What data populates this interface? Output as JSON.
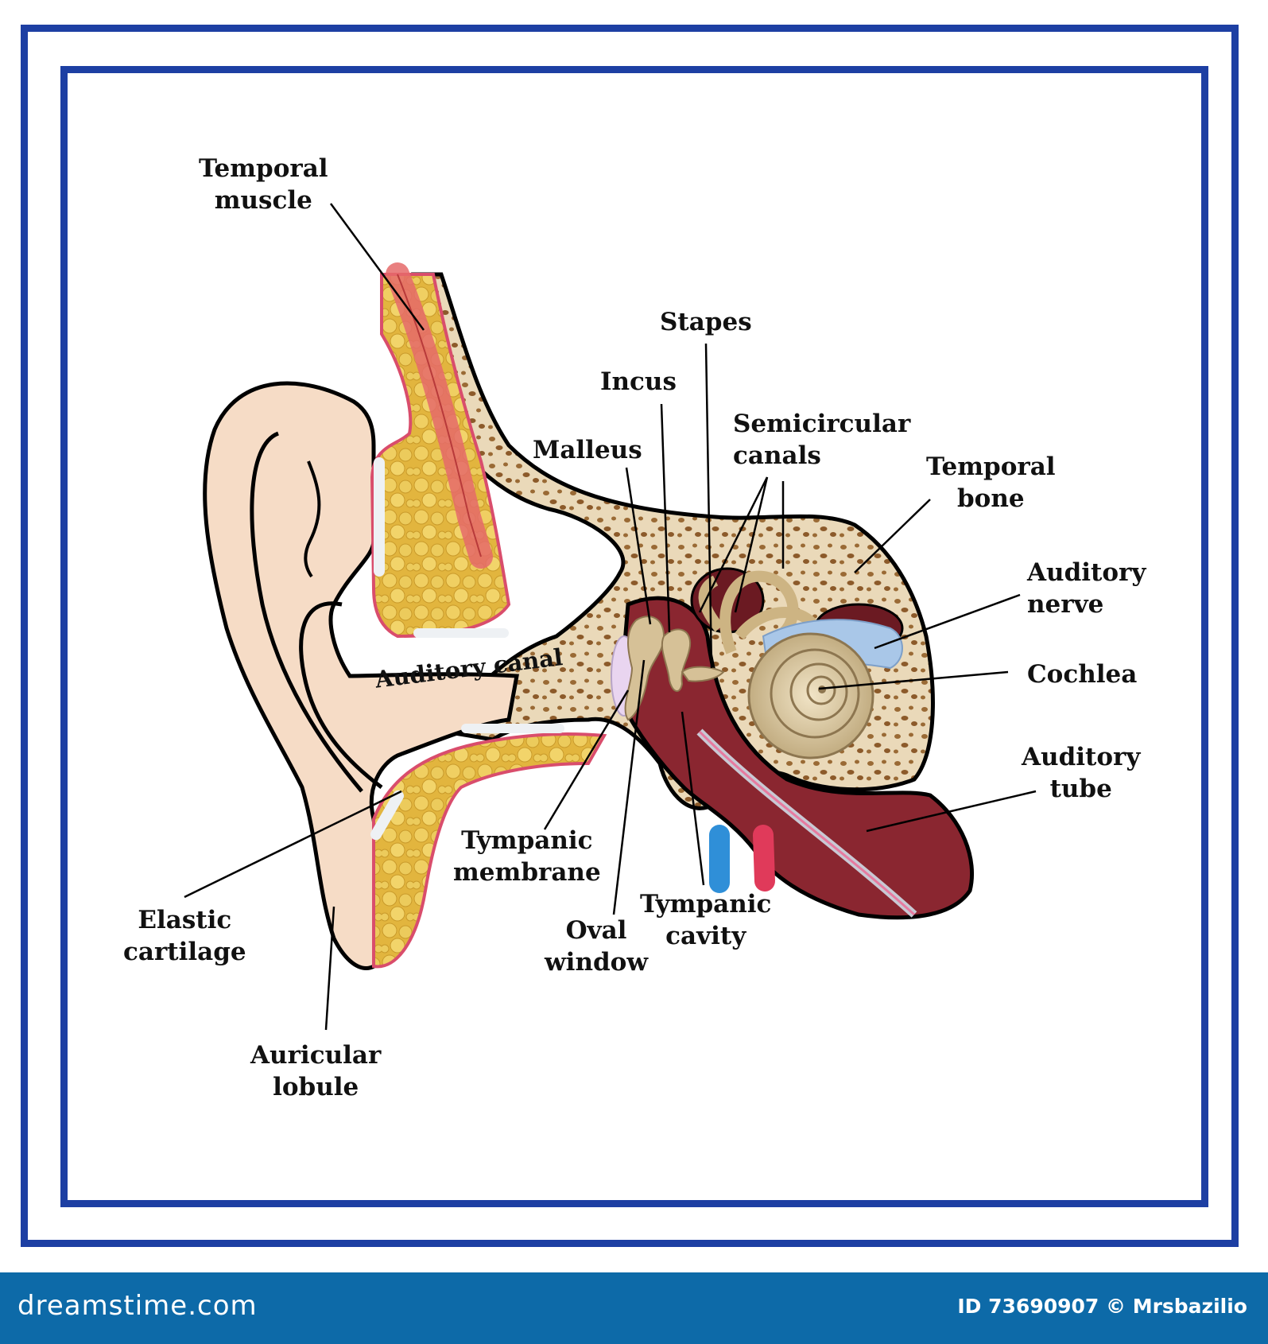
{
  "labels": {
    "temporal_muscle": [
      "Temporal",
      "muscle"
    ],
    "stapes": "Stapes",
    "incus": "Incus",
    "malleus": "Malleus",
    "semicircular_canals": [
      "Semicircular",
      "canals"
    ],
    "temporal_bone": [
      "Temporal",
      "bone"
    ],
    "auditory_nerve": [
      "Auditory",
      "nerve"
    ],
    "cochlea": "Cochlea",
    "auditory_tube": [
      "Auditory",
      "tube"
    ],
    "auditory_canal": "Auditory  canal",
    "tympanic_membrane": [
      "Tympanic",
      "membrane"
    ],
    "tympanic_cavity": [
      "Tympanic",
      "cavity"
    ],
    "oval_window": [
      "Oval",
      "window"
    ],
    "elastic_cartilage": [
      "Elastic",
      "cartilage"
    ],
    "auricular_lobule": [
      "Auricular",
      "lobule"
    ]
  },
  "footer": {
    "brand": "dreamstime.com",
    "credit": "ID 73690907 © Mrsbazilio"
  },
  "colors": {
    "frame": "#1d3fa3",
    "footer": "#0d6aa8",
    "skin": "#f6dcc6",
    "fat": "#e6c14a",
    "bone": "#e8d7b8",
    "cavity": "#8a2630",
    "muscle": "#e56a6a",
    "ossicle": "#d6c197",
    "nerve": "#a9c7e8"
  }
}
